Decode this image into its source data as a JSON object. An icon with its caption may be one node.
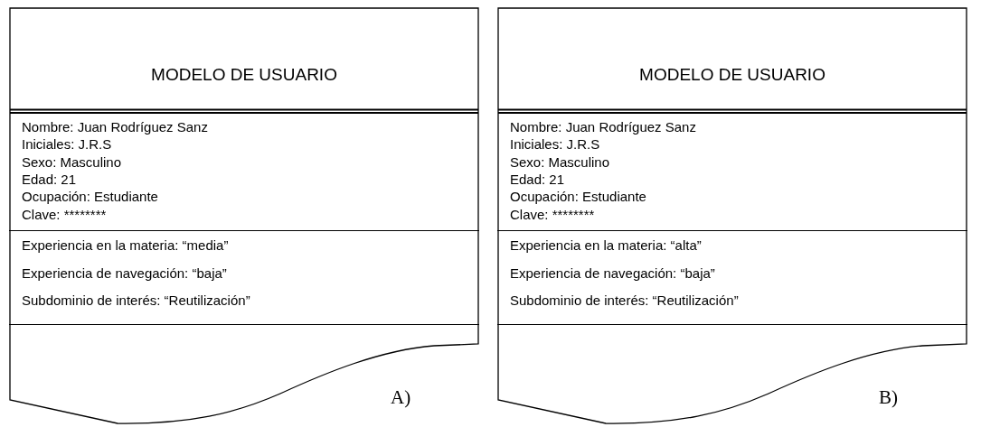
{
  "diagram": {
    "nodes": [
      {
        "text": [
          "MODELO DE USUARIO",
          "A)"
        ]
      },
      {
        "text": [
          "Nombre: Juan Rodríguez Sanz",
          "Iniciales: J.R.S",
          "Sexo: Masculino",
          "Edad: 21",
          "Ocupación: Estudiante",
          "Clave: ********"
        ],
        "in": 0
      },
      {
        "text": [
          "Experiencia en la materia: “media”",
          "Experiencia de navegación: “baja”",
          "Subdominio de interés: “Reutilización”"
        ],
        "in": 0
      },
      {
        "text": [
          "MODELO DE USUARIO",
          "B)"
        ]
      },
      {
        "text": [
          "Nombre: Juan Rodríguez Sanz",
          "Iniciales: J.R.S",
          "Sexo: Masculino",
          "Edad: 21",
          "Ocupación: Estudiante",
          "Clave: ********"
        ],
        "in": 3
      },
      {
        "text": [
          "Experiencia en la materia: “alta”",
          "Experiencia de navegación: “baja”",
          "Subdominio de interés: “Reutilización”"
        ],
        "in": 3
      }
    ]
  }
}
